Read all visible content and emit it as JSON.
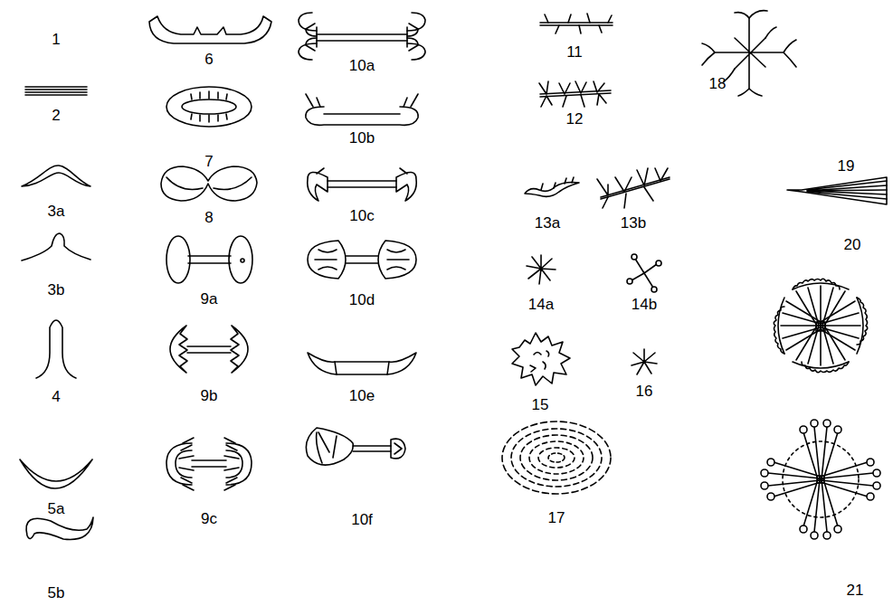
{
  "diagram": {
    "labels": [
      "1",
      "2",
      "3a",
      "3b",
      "4",
      "5a",
      "5b",
      "6",
      "7",
      "8",
      "9a",
      "9b",
      "9c",
      "10a",
      "10b",
      "10c",
      "10d",
      "10e",
      "10f",
      "11",
      "12",
      "13a",
      "13b",
      "14a",
      "14b",
      "15",
      "16",
      "17",
      "18",
      "19",
      "20",
      "21"
    ]
  }
}
